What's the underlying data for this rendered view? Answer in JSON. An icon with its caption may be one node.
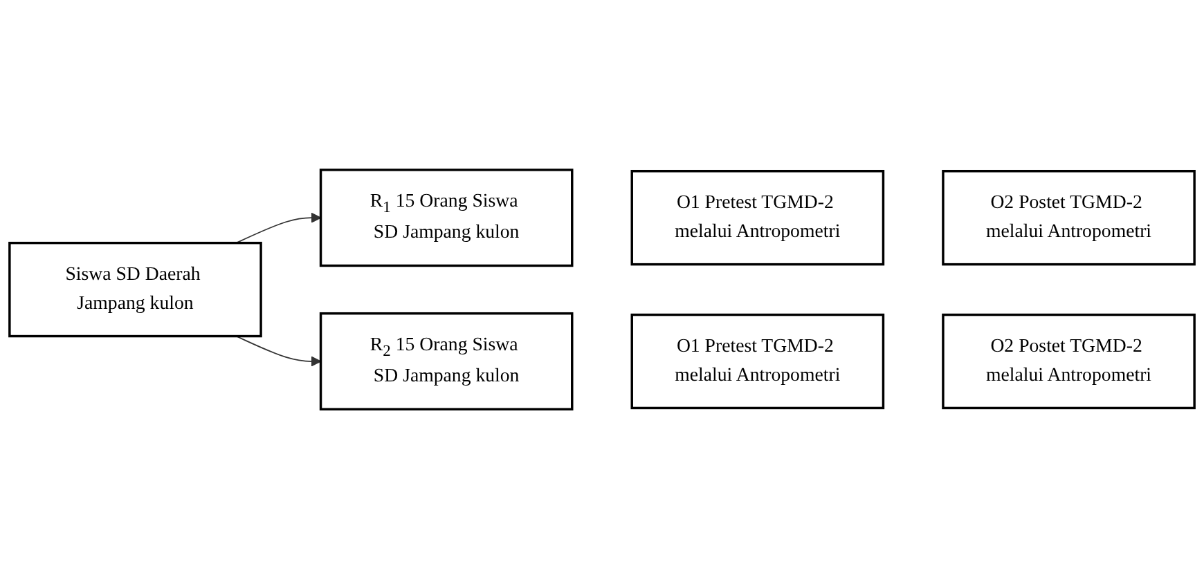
{
  "diagram": {
    "nodes": [
      {
        "text": [
          "Siswa SD Daerah Jampang kulon"
        ]
      },
      {
        "text": [
          "R$_{1}$ 15 Orang Siswa SD Jampang kulon"
        ]
      },
      {
        "text": [
          "O1 Pretest TGMD-2 melalui Antropometri"
        ]
      },
      {
        "text": [
          "O2 Postet TGMD-2 melalui Antropometri"
        ]
      },
      {
        "text": [
          "R$_{2}$ 15 Orang Siswa SD Jampang kulon"
        ]
      },
      {
        "text": [
          "O1 Pretest TGMD-2 melalui Antropometri"
        ]
      },
      {
        "text": [
          "O2 Postet TGMD-2 melalui Antropometri"
        ]
      }
    ],
    "edges": [
      {
        "from": 0,
        "to": 1,
        "arrow": "to"
      },
      {
        "from": 0,
        "to": 4,
        "arrow": "to"
      }
    ]
  }
}
